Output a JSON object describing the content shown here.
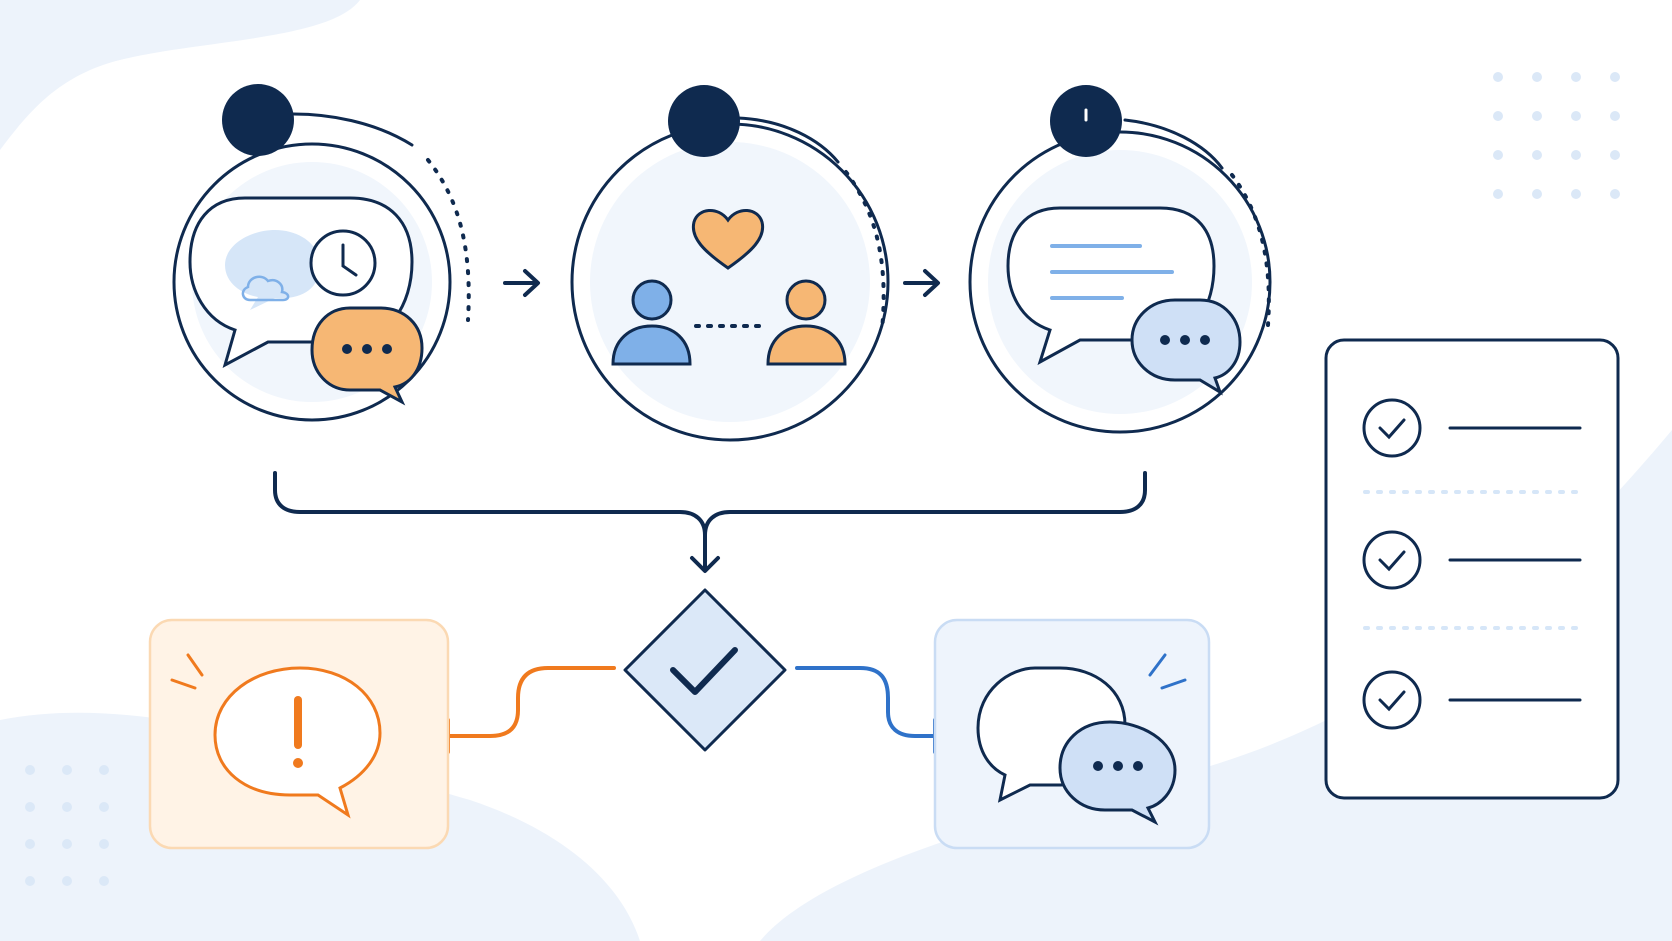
{
  "colors": {
    "navy": "#0f2a4f",
    "blue": "#7fb0e8",
    "blue_light": "#d6e6f8",
    "blue_accent": "#2f72c9",
    "orange": "#f6b774",
    "orange_accent": "#f07a1e",
    "orange_bg": "#fff3e6",
    "bg_shape": "#edf3fb"
  },
  "diagram": {
    "steps": [
      {
        "name": "step-1",
        "icons": [
          "chat-bubble-icon",
          "cloud-icon",
          "clock-icon",
          "typing-bubble-icon"
        ]
      },
      {
        "name": "step-2",
        "icons": [
          "heart-icon",
          "user-blue-icon",
          "user-orange-icon"
        ]
      },
      {
        "name": "step-3",
        "icons": [
          "message-lines-icon",
          "typing-bubble-icon"
        ]
      }
    ],
    "decision": {
      "icon": "check-diamond-icon"
    },
    "outcomes": [
      {
        "name": "outcome-alert",
        "icon": "alert-bubble-icon",
        "accent": "#f07a1e"
      },
      {
        "name": "outcome-conversation",
        "icon": "conversation-bubbles-icon",
        "accent": "#2f72c9"
      }
    ],
    "checklist": {
      "items": 3,
      "icon": "check-circle-icon"
    }
  }
}
